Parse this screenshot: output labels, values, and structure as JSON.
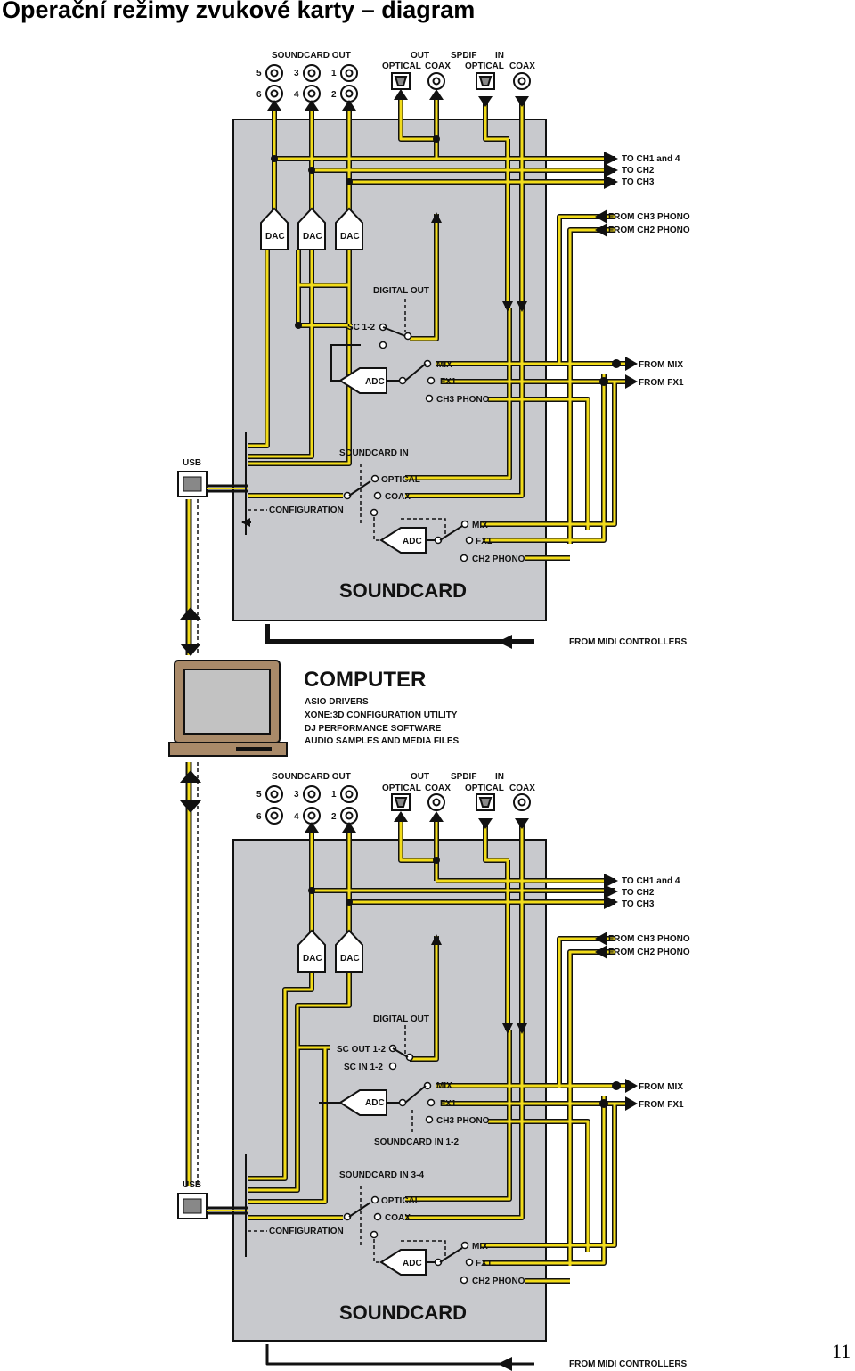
{
  "page": {
    "title": "Operační režimy zvukové karty – diagram",
    "number": "11"
  },
  "colors": {
    "panel": "#c8c9cd",
    "wire": "#f2dc1a",
    "wire_edge": "#111111",
    "laptop": "#a98a69",
    "screen": "#c2c2c2"
  },
  "diagrams": [
    {
      "jacks": {
        "soundcard_out": "SOUNDCARD OUT",
        "n5": "5",
        "n3": "3",
        "n1": "1",
        "n6": "6",
        "n4": "4",
        "n2": "2",
        "out": "OUT",
        "spdif": "SPDIF",
        "in": "IN",
        "optical_out": "OPTICAL",
        "coax_out": "COAX",
        "optical_in": "OPTICAL",
        "coax_in": "COAX"
      },
      "dacs": [
        "DAC",
        "DAC",
        "DAC"
      ],
      "to_channels": [
        "TO CH1 and 4",
        "TO CH2",
        "TO CH3"
      ],
      "from_phono": [
        "FROM CH3 PHONO",
        "FROM CH2 PHONO"
      ],
      "digital_out": "DIGITAL OUT",
      "sc_labels": [
        "SC 1-2"
      ],
      "adc": "ADC",
      "sel_a": [
        "MIX",
        "FX1",
        "CH3 PHONO"
      ],
      "from_mix": "FROM MIX",
      "from_fx1": "FROM FX1",
      "sc_in": "SOUNDCARD IN",
      "sel_in": [
        "OPTICAL",
        "COAX"
      ],
      "configuration": "CONFIGURATION",
      "sel_b": [
        "MIX",
        "FX1",
        "CH2 PHONO"
      ],
      "usb": "USB",
      "soundcard": "SOUNDCARD",
      "midi": "FROM MIDI CONTROLLERS"
    },
    {
      "jacks": {
        "soundcard_out": "SOUNDCARD OUT",
        "n5": "5",
        "n3": "3",
        "n1": "1",
        "n6": "6",
        "n4": "4",
        "n2": "2",
        "out": "OUT",
        "spdif": "SPDIF",
        "in": "IN",
        "optical_out": "OPTICAL",
        "coax_out": "COAX",
        "optical_in": "OPTICAL",
        "coax_in": "COAX"
      },
      "dacs": [
        "DAC",
        "DAC"
      ],
      "to_channels": [
        "TO CH1 and 4",
        "TO CH2",
        "TO CH3"
      ],
      "from_phono": [
        "FROM CH3 PHONO",
        "FROM CH2 PHONO"
      ],
      "digital_out": "DIGITAL OUT",
      "sc_labels": [
        "SC OUT 1-2",
        "SC IN 1-2"
      ],
      "adc": "ADC",
      "sel_a": [
        "MIX",
        "FX1",
        "CH3 PHONO"
      ],
      "soundcard_in_12": "SOUNDCARD IN 1-2",
      "from_mix": "FROM MIX",
      "from_fx1": "FROM FX1",
      "sc_in": "SOUNDCARD IN 3-4",
      "sel_in": [
        "OPTICAL",
        "COAX"
      ],
      "configuration": "CONFIGURATION",
      "sel_b": [
        "MIX",
        "FX1",
        "CH2 PHONO"
      ],
      "usb": "USB",
      "soundcard": "SOUNDCARD",
      "midi": "FROM MIDI CONTROLLERS"
    }
  ],
  "computer": {
    "title": "COMPUTER",
    "items": [
      "ASIO DRIVERS",
      "XONE:3D CONFIGURATION UTILITY",
      "DJ PERFORMANCE SOFTWARE",
      "AUDIO SAMPLES AND MEDIA FILES"
    ]
  }
}
